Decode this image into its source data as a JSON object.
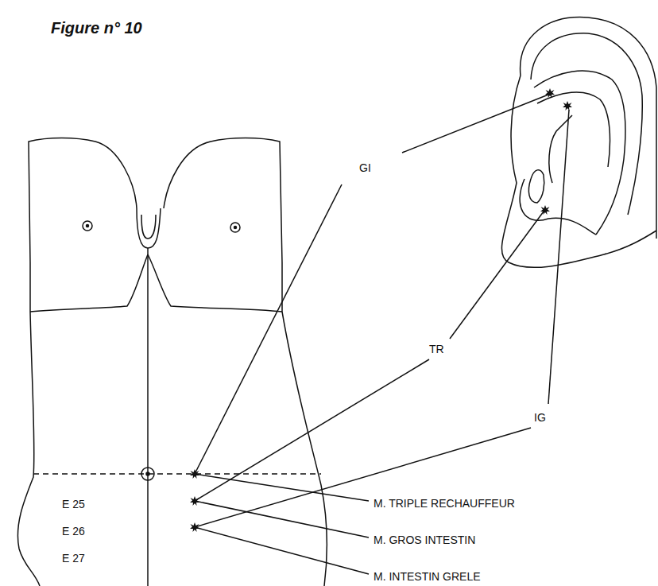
{
  "diagram": {
    "title": "Figure n° 10",
    "labels": [
      "GI",
      "TR",
      "IG",
      "E 25",
      "E 26",
      "E 27",
      "M. TRIPLE RECHAUFFEUR",
      "M. GROS INTESTIN",
      "M. INTESTIN GRELE"
    ]
  }
}
